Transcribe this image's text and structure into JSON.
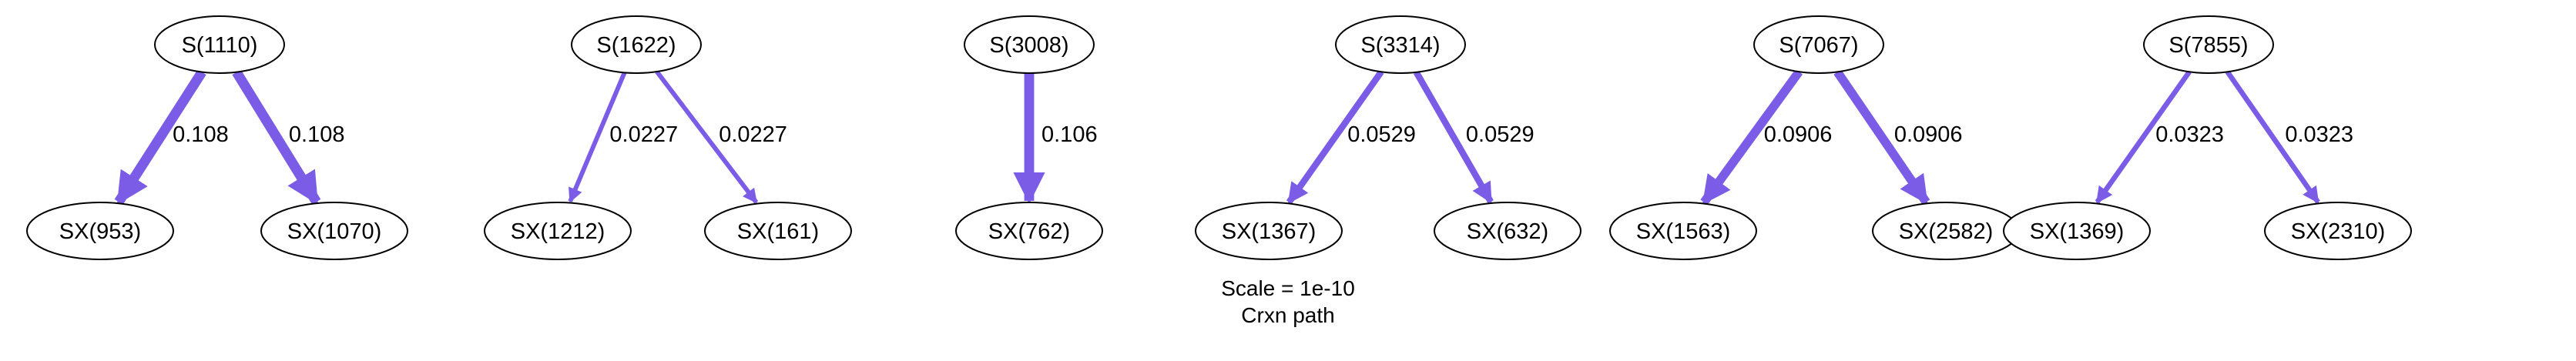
{
  "diagram": {
    "edge_color": "#7b5ce6",
    "background": "#ffffff",
    "components": [
      {
        "source": "S(1110)",
        "edges": [
          {
            "target": "SX(953)",
            "label": "0.108",
            "weight": 0.108
          },
          {
            "target": "SX(1070)",
            "label": "0.108",
            "weight": 0.108
          }
        ]
      },
      {
        "source": "S(1622)",
        "edges": [
          {
            "target": "SX(1212)",
            "label": "0.0227",
            "weight": 0.0227
          },
          {
            "target": "SX(161)",
            "label": "0.0227",
            "weight": 0.0227
          }
        ]
      },
      {
        "source": "S(3008)",
        "edges": [
          {
            "target": "SX(762)",
            "label": "0.106",
            "weight": 0.106
          }
        ]
      },
      {
        "source": "S(3314)",
        "edges": [
          {
            "target": "SX(1367)",
            "label": "0.0529",
            "weight": 0.0529
          },
          {
            "target": "SX(632)",
            "label": "0.0529",
            "weight": 0.0529
          }
        ]
      },
      {
        "source": "S(7067)",
        "edges": [
          {
            "target": "SX(1563)",
            "label": "0.0906",
            "weight": 0.0906
          },
          {
            "target": "SX(2582)",
            "label": "0.0906",
            "weight": 0.0906
          }
        ]
      },
      {
        "source": "S(7855)",
        "edges": [
          {
            "target": "SX(1369)",
            "label": "0.0323",
            "weight": 0.0323
          },
          {
            "target": "SX(2310)",
            "label": "0.0323",
            "weight": 0.0323
          }
        ]
      }
    ],
    "caption": {
      "scale": "Scale = 1e-10",
      "title": "Crxn path"
    }
  }
}
